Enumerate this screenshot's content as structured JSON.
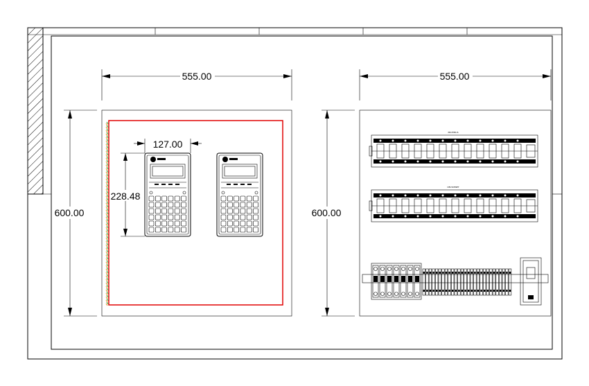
{
  "dimensions": {
    "left_width": "555.00",
    "right_width": "555.00",
    "left_height": "600.00",
    "right_height": "600.00",
    "keypad_width": "127.00",
    "keypad_height": "228.48"
  },
  "labels": {
    "rail_1_title": "PROFIBUS",
    "rail_2_title": "DEVICENET"
  },
  "colors": {
    "line": "#000000",
    "frame_red": "#e00000",
    "hinge_green": "#2a9d2a",
    "hinge_orange": "#e07a00"
  },
  "icons": {
    "dimension_arrow": "arrowhead",
    "operator_panel_logo": "round-brand-badge"
  }
}
